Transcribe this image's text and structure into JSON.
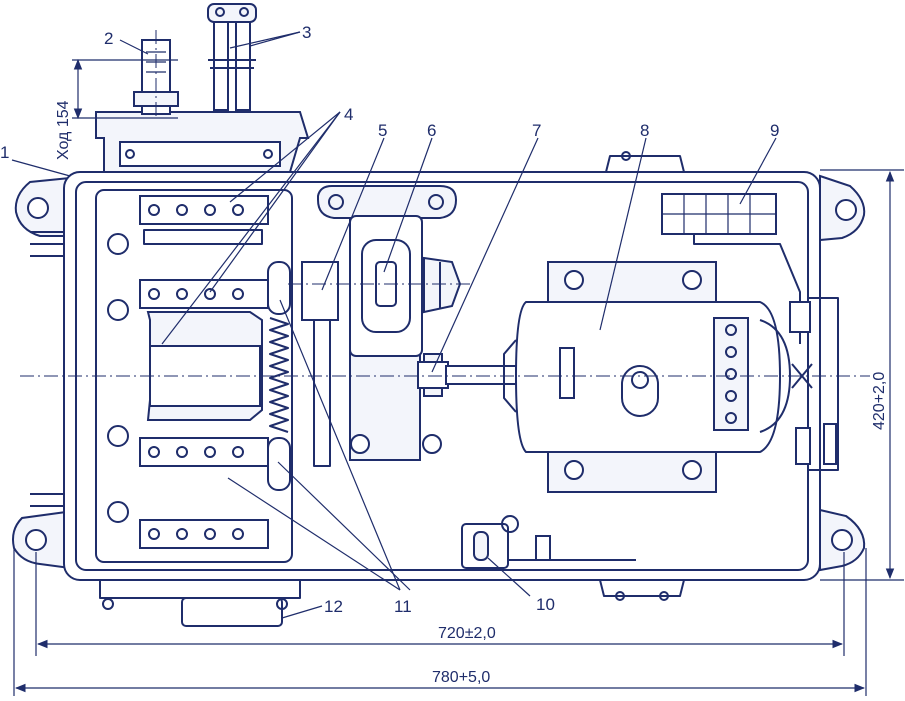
{
  "callouts": [
    "1",
    "2",
    "3",
    "4",
    "5",
    "6",
    "7",
    "8",
    "9",
    "10",
    "11",
    "12"
  ],
  "dimensions": {
    "stroke": "Ход 154",
    "height": "420+2,0",
    "inner_width": "720±2,0",
    "outer_width": "780+5,0"
  },
  "colors": {
    "ink": "#1f2d6b",
    "paper": "#ffffff",
    "fill": "#f3f5fb"
  }
}
